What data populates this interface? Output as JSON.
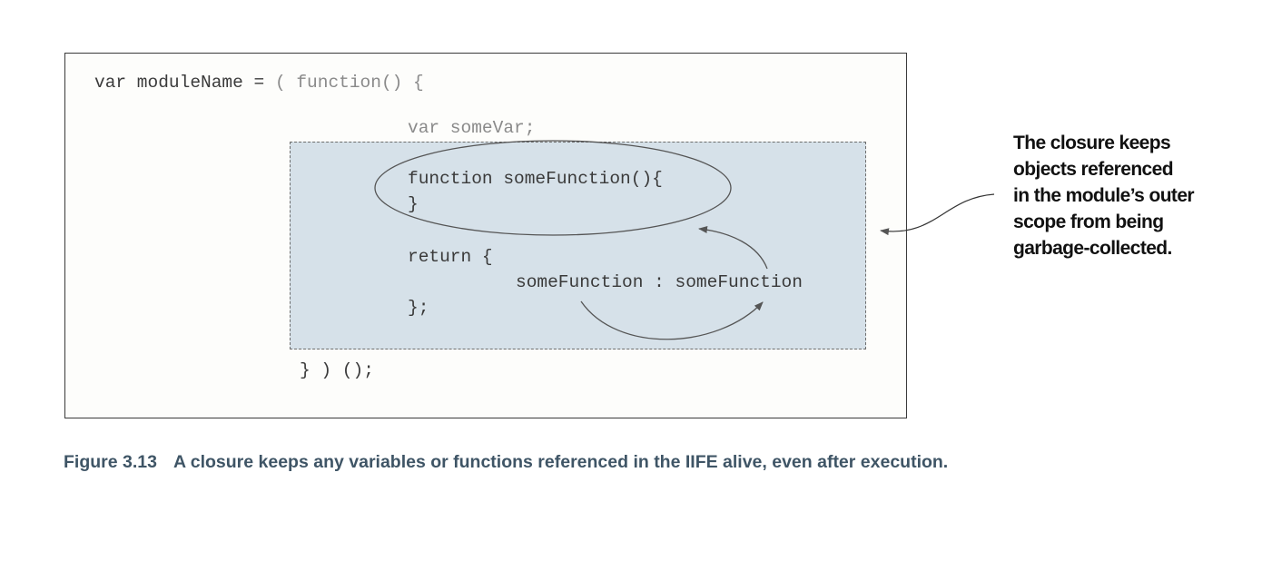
{
  "code": {
    "line_declaration_prefix": "var moduleName = ",
    "line_declaration_suffix": "( function() {",
    "line_var": "var someVar;",
    "line_function_open": "function someFunction(){",
    "line_function_close": "}",
    "line_return": "return {",
    "line_property": "someFunction : someFunction",
    "line_return_close": "};",
    "line_end": "} ) ();"
  },
  "annotation": {
    "lines": [
      "The closure keeps",
      "objects referenced",
      "in the module’s outer",
      "scope from being",
      "garbage-collected."
    ]
  },
  "caption": {
    "label": "Figure 3.13",
    "text": "A closure keeps any variables or functions referenced in the IIFE alive, even after execution."
  },
  "colors": {
    "closure_fill": "#d6e1e9",
    "caption_text": "#3f5566",
    "code_text": "#3a3a3a",
    "code_dim": "#8a8a8a"
  }
}
